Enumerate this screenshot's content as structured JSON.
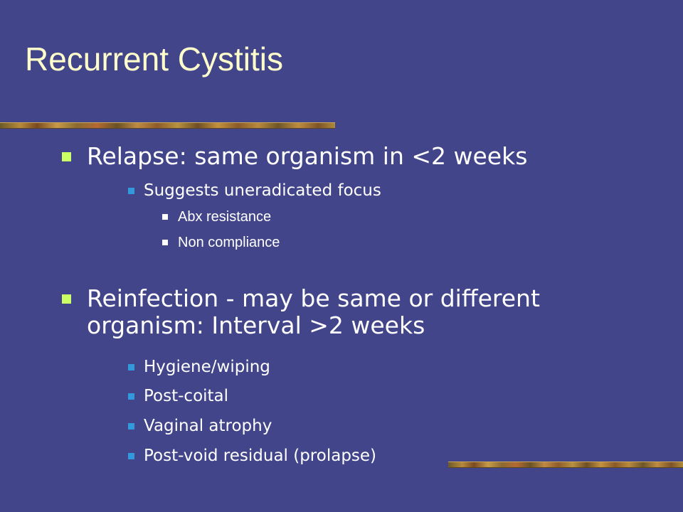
{
  "slide": {
    "title": "Recurrent Cystitis",
    "bullets": [
      {
        "text": "Relapse: same organism in <2 weeks",
        "children": [
          {
            "text": "Suggests uneradicated focus",
            "children": [
              {
                "text": "Abx resistance"
              },
              {
                "text": "Non compliance"
              }
            ]
          }
        ]
      },
      {
        "text_line1": "Reinfection - may be same or different",
        "text_line2": "organism: Interval >2 weeks",
        "children": [
          {
            "text": "Hygiene/wiping"
          },
          {
            "text": "Post-coital"
          },
          {
            "text": "Vaginal atrophy"
          },
          {
            "text": "Post-void residual (prolapse)"
          }
        ]
      }
    ]
  },
  "colors": {
    "background": "#424589",
    "title": "#ffffcc",
    "level1_marker": "#ccff66",
    "level2_marker": "#3399dd",
    "level3_marker": "#ffffff",
    "text": "#ffffff"
  }
}
